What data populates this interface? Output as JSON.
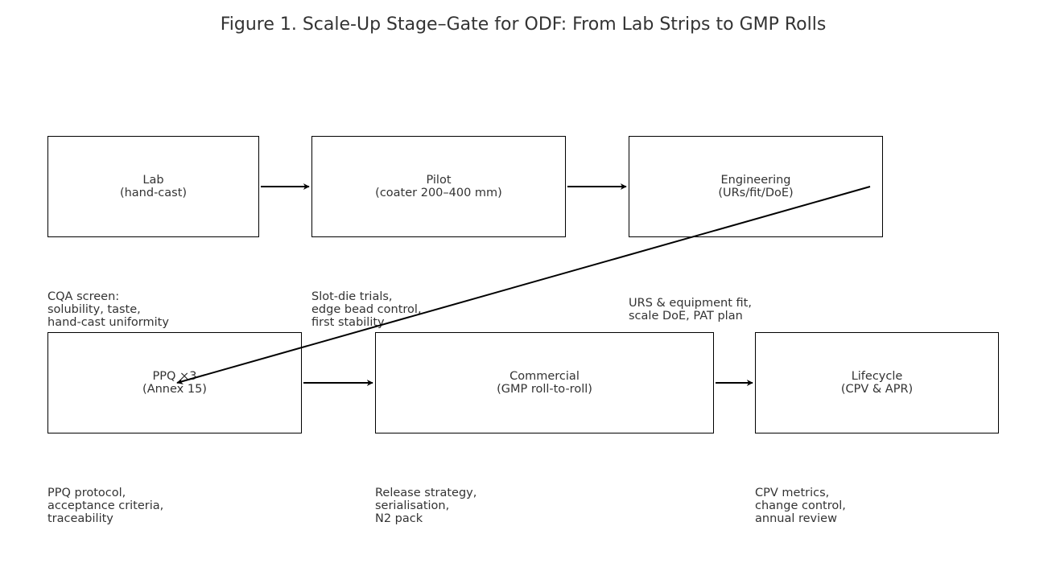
{
  "title": "Figure 1. Scale-Up Stage–Gate for ODF: From Lab Strips to GMP Rolls",
  "stages": [
    {
      "id": "lab",
      "line1": "Lab",
      "line2": "(hand-cast)",
      "note": [
        "CQA screen:",
        "solubility, taste,",
        "hand-cast uniformity"
      ]
    },
    {
      "id": "pilot",
      "line1": "Pilot",
      "line2": "(coater 200–400 mm)",
      "note": [
        "Slot-die trials,",
        "edge bead control,",
        "first stability"
      ]
    },
    {
      "id": "engineering",
      "line1": "Engineering",
      "line2": "(URs/fit/DoE)",
      "note": [
        "URS & equipment fit,",
        "scale DoE, PAT plan"
      ]
    },
    {
      "id": "ppq",
      "line1": "PPQ ×3",
      "line2": "(Annex 15)",
      "note": [
        "PPQ protocol,",
        "acceptance criteria,",
        "traceability"
      ]
    },
    {
      "id": "commercial",
      "line1": "Commercial",
      "line2": "(GMP roll-to-roll)",
      "note": [
        "Release strategy,",
        "serialisation,",
        "N2 pack"
      ]
    },
    {
      "id": "lifecycle",
      "line1": "Lifecycle",
      "line2": "(CPV & APR)",
      "note": [
        "CPV metrics,",
        "change control,",
        "annual review"
      ]
    }
  ],
  "arrows": [
    {
      "from": "lab",
      "to": "pilot"
    },
    {
      "from": "pilot",
      "to": "engineering"
    },
    {
      "from": "engineering",
      "to": "ppq"
    },
    {
      "from": "ppq",
      "to": "commercial"
    },
    {
      "from": "commercial",
      "to": "lifecycle"
    }
  ]
}
